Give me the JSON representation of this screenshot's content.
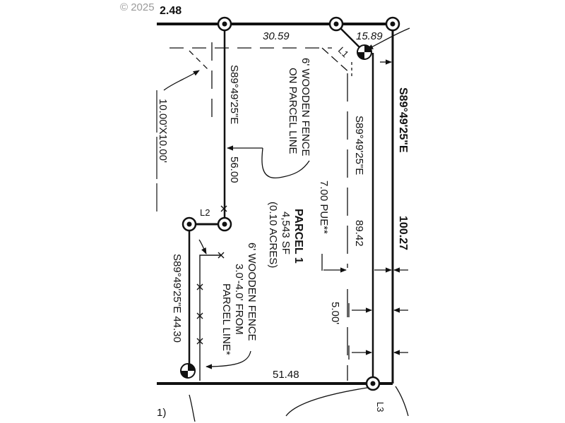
{
  "watermark": "© 2025",
  "top_left_dim": "2.48",
  "top_dims": {
    "left": "30.59",
    "right": "15.89"
  },
  "line_labels": {
    "l1": "L1",
    "l2": "L2",
    "l3": "L3"
  },
  "left_cut_label": "10.00'X10.00'",
  "bottom_left_mark": "1)",
  "west_bearing": "S89°49'25\"E",
  "west_distance": "56.00",
  "fence_on_line": [
    "6' WOODEN FENCE",
    "ON PARCEL LINE"
  ],
  "east_inner_bearing": "S89°49'25\"E",
  "east_inner_distance": "89.42",
  "east_outer_bearing": "S89°49'25\"E",
  "east_outer_distance": "100.27",
  "pue": "7.00 PUE**",
  "parcel": {
    "name": "PARCEL 1",
    "area_sf": "4,543 SF",
    "area_acres": "(0.10 ACRES)"
  },
  "fence_offset": [
    "6' WOODEN FENCE",
    "3.0'-4.0' FROM",
    "PARCEL LINE*"
  ],
  "offset_dim": "5.00'",
  "lower_left_bearing": "S89°49'25\"E 44.30",
  "bottom_dim": "51.48"
}
